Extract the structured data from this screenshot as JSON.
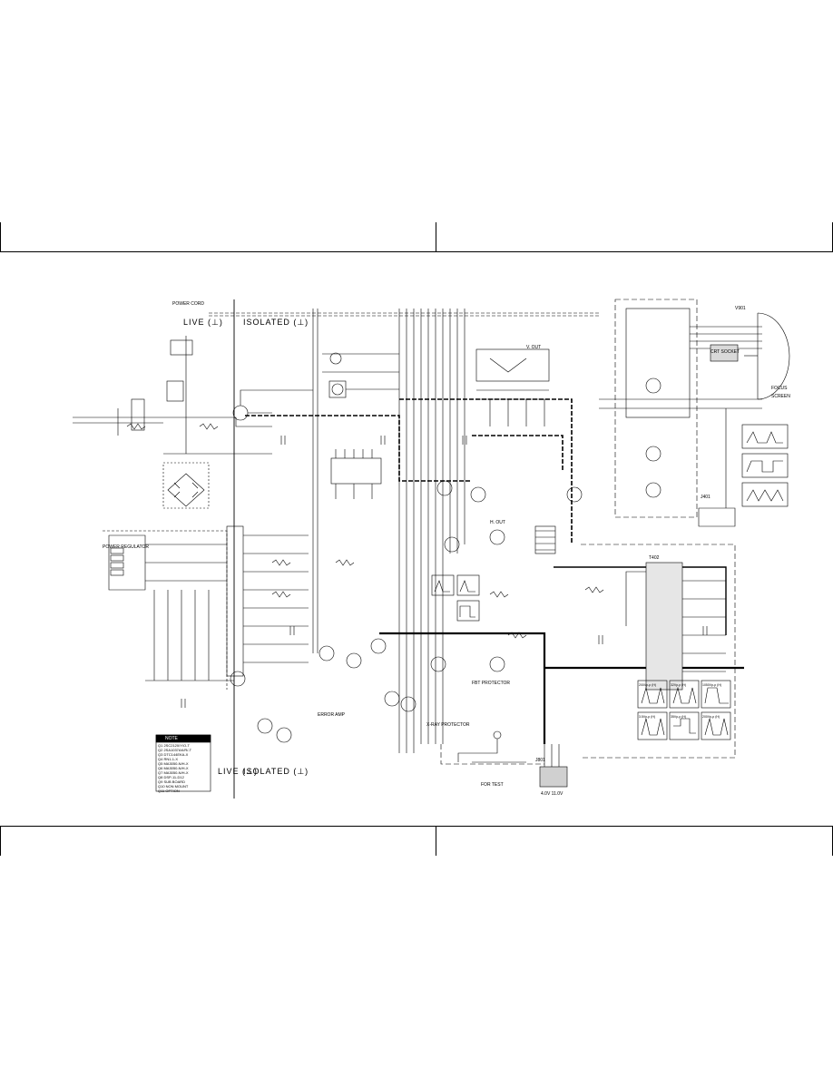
{
  "sheet": {
    "isolation_top": {
      "live": "LIVE (⊥)",
      "isolated": "ISOLATED (⊥)"
    },
    "isolation_bottom": {
      "live": "LIVE (⊥)",
      "isolated": "ISOLATED (⊥)"
    }
  },
  "blocks": {
    "power_regulator": "POWER REGULATOR",
    "error_amp": "ERROR AMP",
    "xray_protector": "X-RAY PROTECTOR",
    "fbt_protector": "FBT PROTECTOR",
    "for_test": "FOR TEST",
    "crt_socket": "CRT SOCKET",
    "note_title": "NOTE",
    "v_out": "V. OUT",
    "h_out": "H. OUT",
    "focus": "FOCUS",
    "screen": "SCREEN"
  },
  "note_items": [
    "Q1  2SC2120/Y/O-T",
    "Q2  2SA1037AK/R/-T",
    "Q3  DTC144EKA-X",
    "Q4  RN1-1-X",
    "Q5  MA3050-N/H-X",
    "Q6  MA3050-N/H-X",
    "Q7  MA3050-N/H-X",
    "Q8  DSP-11-D12",
    "Q9  SUB BOARD",
    "Q10 NON MOUNT",
    "Q11 OPTION"
  ],
  "waveforms": [
    {
      "id": "1",
      "label": "200Vp-p (H)"
    },
    {
      "id": "2",
      "label": "32Vp-p (H)"
    },
    {
      "id": "3",
      "label": "1050Vp-p (H)"
    },
    {
      "id": "4",
      "label": "3.5Vp-p (H)"
    },
    {
      "id": "5",
      "label": "35Vp-p (H)"
    },
    {
      "id": "6",
      "label": "200Vp-p (H)"
    }
  ],
  "connectors": {
    "j801": "J801",
    "j401": "J401",
    "v901": "V901",
    "t402": "T402"
  },
  "misc": {
    "bottom_test_voltages": "4.0V  11.0V",
    "power_cord": "POWER CORD"
  }
}
